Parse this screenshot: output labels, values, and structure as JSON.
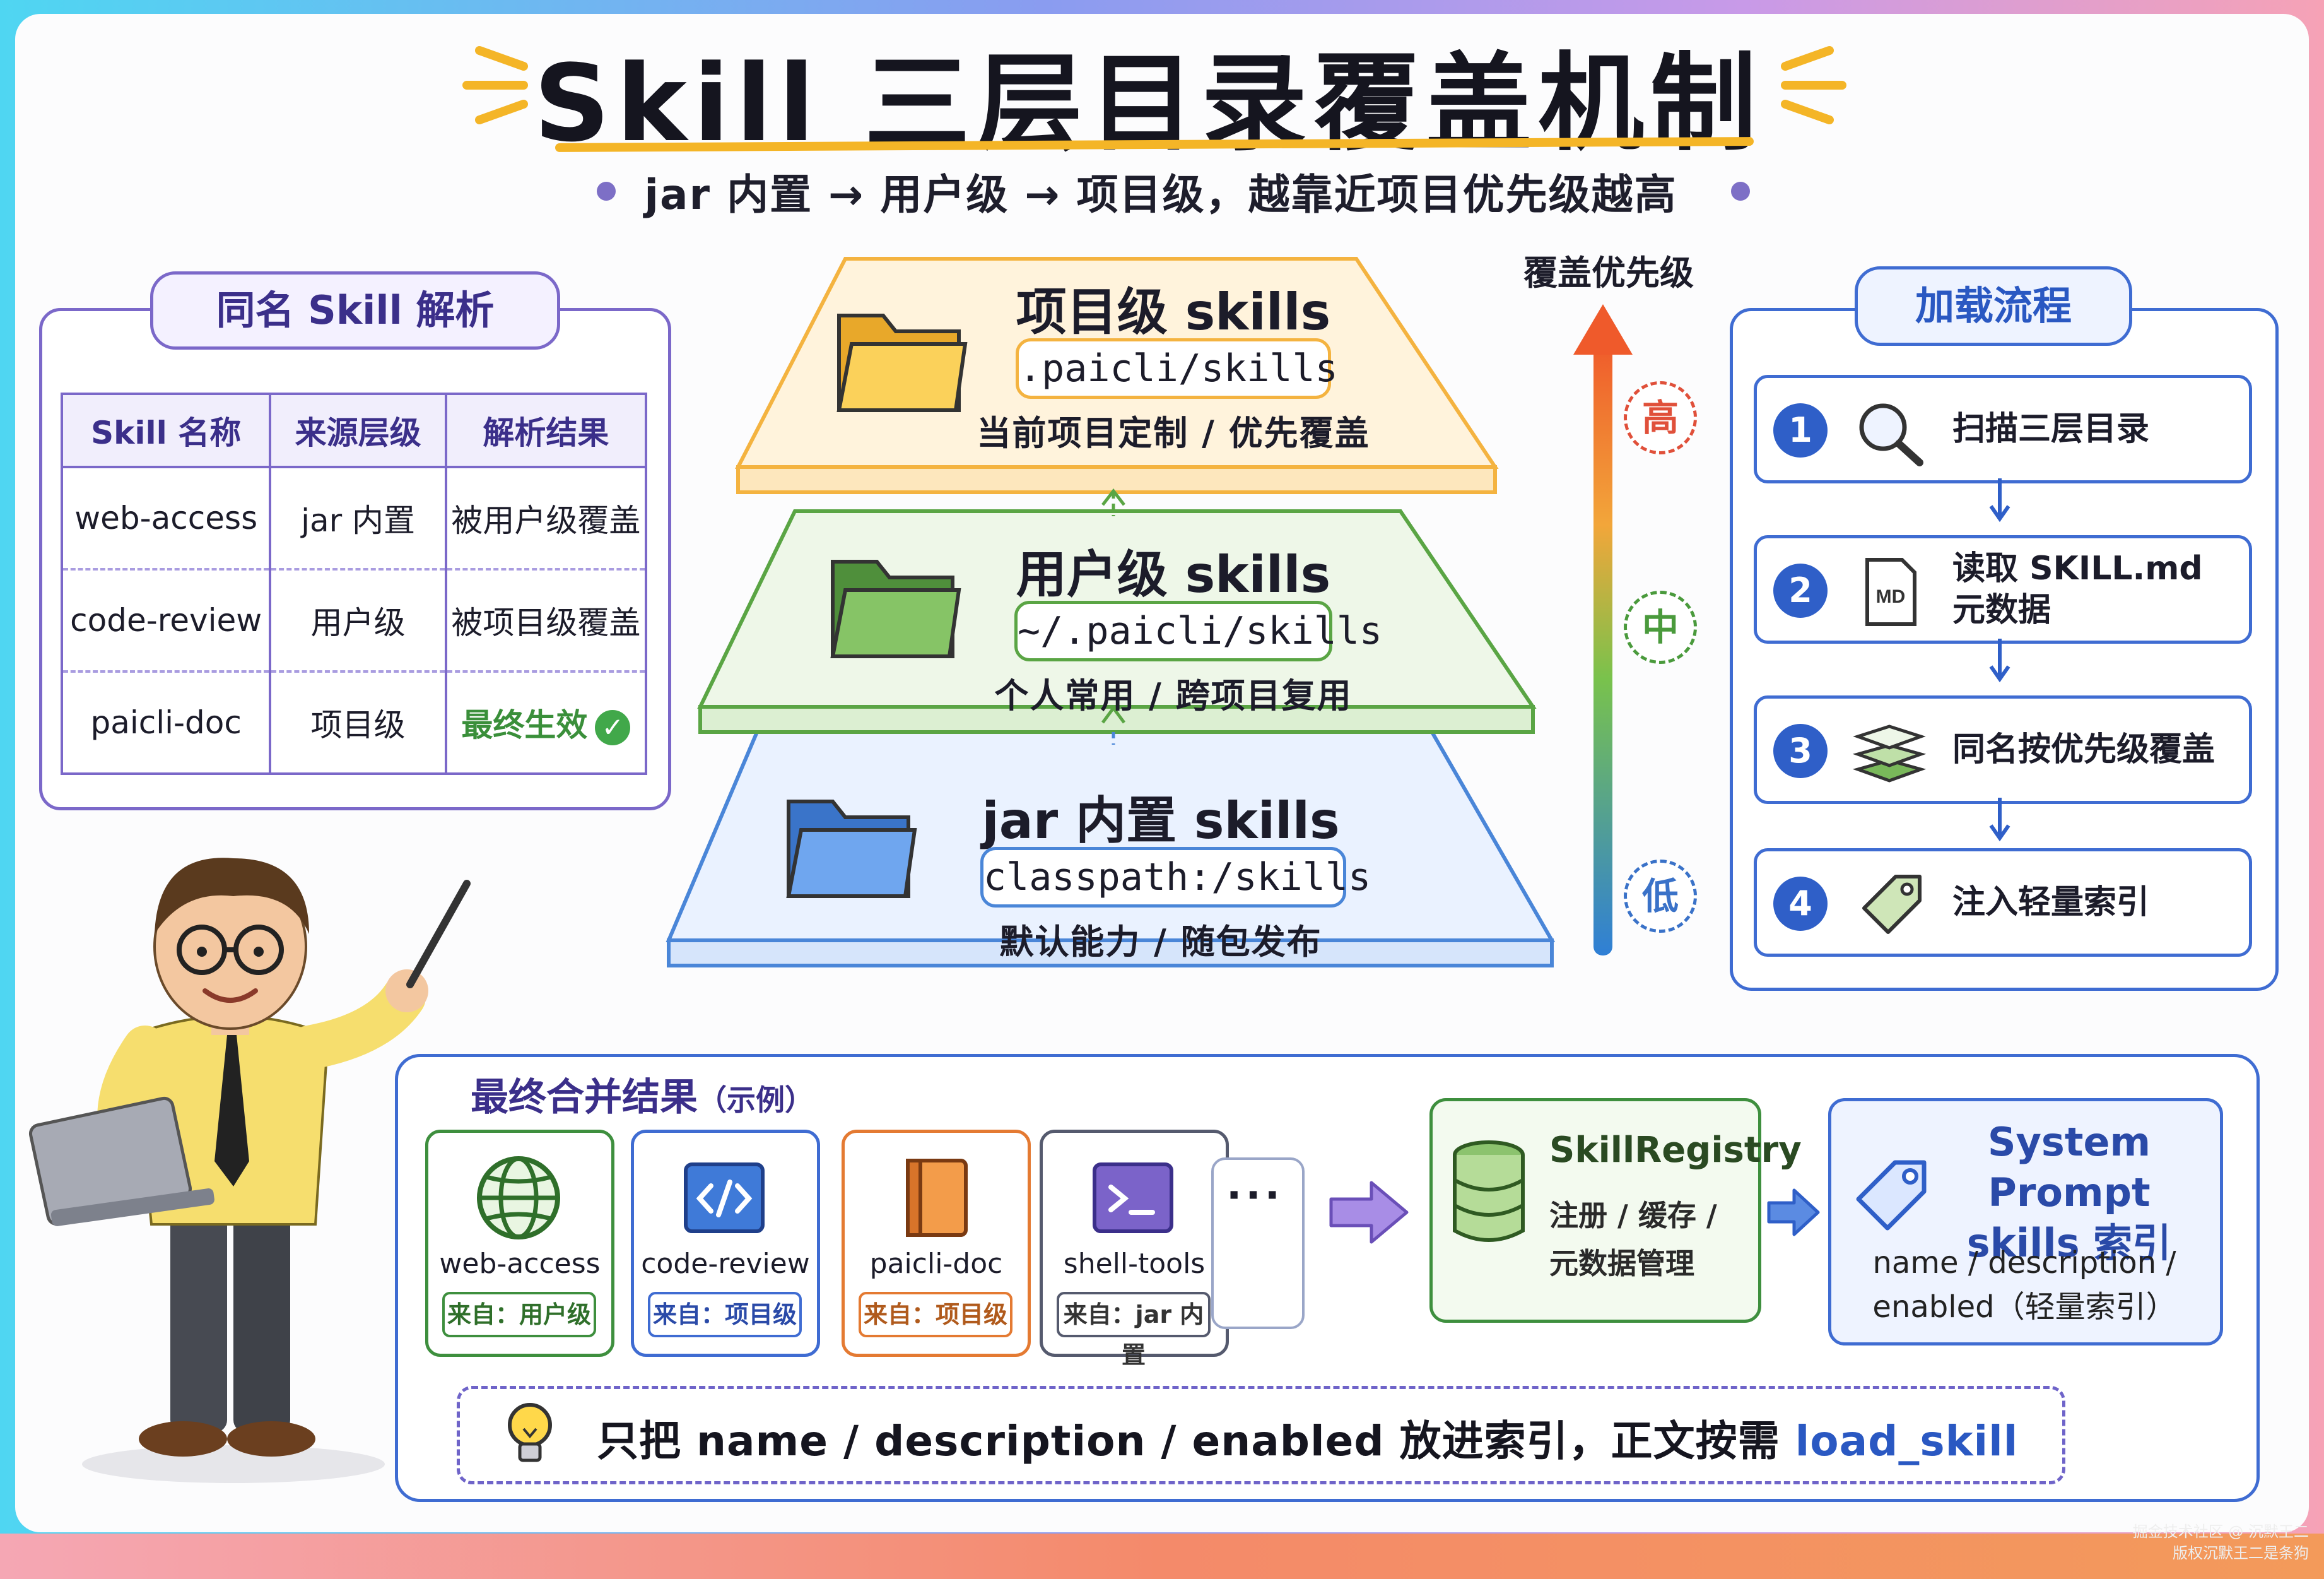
{
  "title": "Skill 三层目录覆盖机制",
  "subtitle": "jar 内置 → 用户级 → 项目级，越靠近项目优先级越高",
  "resolution_panel": {
    "title": "同名 Skill 解析",
    "headers": [
      "Skill 名称",
      "来源层级",
      "解析结果"
    ],
    "rows": [
      {
        "name": "web-access",
        "source": "jar 内置",
        "result": "被用户级覆盖"
      },
      {
        "name": "code-review",
        "source": "用户级",
        "result": "被项目级覆盖"
      },
      {
        "name": "paicli-doc",
        "source": "项目级",
        "result": "最终生效"
      }
    ]
  },
  "layers": [
    {
      "title": "项目级 skills",
      "path": ".paicli/skills",
      "desc": "当前项目定制 / 优先覆盖",
      "color": "#f4b340"
    },
    {
      "title": "用户级 skills",
      "path": "~/.paicli/skills",
      "desc": "个人常用 / 跨项目复用",
      "color": "#5aa544"
    },
    {
      "title": "jar 内置  skills",
      "path": "classpath:/skills",
      "desc": "默认能力 / 随包发布",
      "color": "#4a86d8"
    }
  ],
  "priority": {
    "label": "覆盖优先级",
    "high": "高",
    "mid": "中",
    "low": "低"
  },
  "load_flow": {
    "title": "加载流程",
    "steps": [
      {
        "num": "1",
        "text": "扫描三层目录",
        "icon": "magnifier-icon"
      },
      {
        "num": "2",
        "text": "读取 SKILL.md",
        "text2": "元数据",
        "icon": "md-file-icon",
        "icon_label": "MD"
      },
      {
        "num": "3",
        "text": "同名按优先级覆盖",
        "icon": "layers-icon"
      },
      {
        "num": "4",
        "text": "注入轻量索引",
        "icon": "tag-icon"
      }
    ]
  },
  "merge_result": {
    "title": "最终合并结果",
    "title_note": "（示例）",
    "cards": [
      {
        "name": "web-access",
        "source": "来自：用户级",
        "icon": "globe-icon",
        "color": "#3e8f3e"
      },
      {
        "name": "code-review",
        "source": "来自：项目级",
        "icon": "code-icon",
        "color": "#3f6cd2"
      },
      {
        "name": "paicli-doc",
        "source": "来自：项目级",
        "icon": "book-icon",
        "color": "#e47a32"
      },
      {
        "name": "shell-tools",
        "source": "来自：jar 内置",
        "icon": "terminal-icon",
        "color": "#555a6e"
      }
    ],
    "more": "···"
  },
  "registry": {
    "title": "SkillRegistry",
    "desc_line1": "注册 / 缓存 /",
    "desc_line2": "元数据管理"
  },
  "system_prompt": {
    "title_line1": "System Prompt",
    "title_line2": "skills 索引",
    "desc_line1": "name / description /",
    "desc_line2": "enabled（轻量索引）"
  },
  "tip": {
    "text": "只把 name / description / enabled 放进索引，正文按需",
    "code": "load_skill"
  },
  "watermark": {
    "line1": "掘金技术社区 @ 沉默王二",
    "line2": "版权沉默王二是条狗"
  }
}
